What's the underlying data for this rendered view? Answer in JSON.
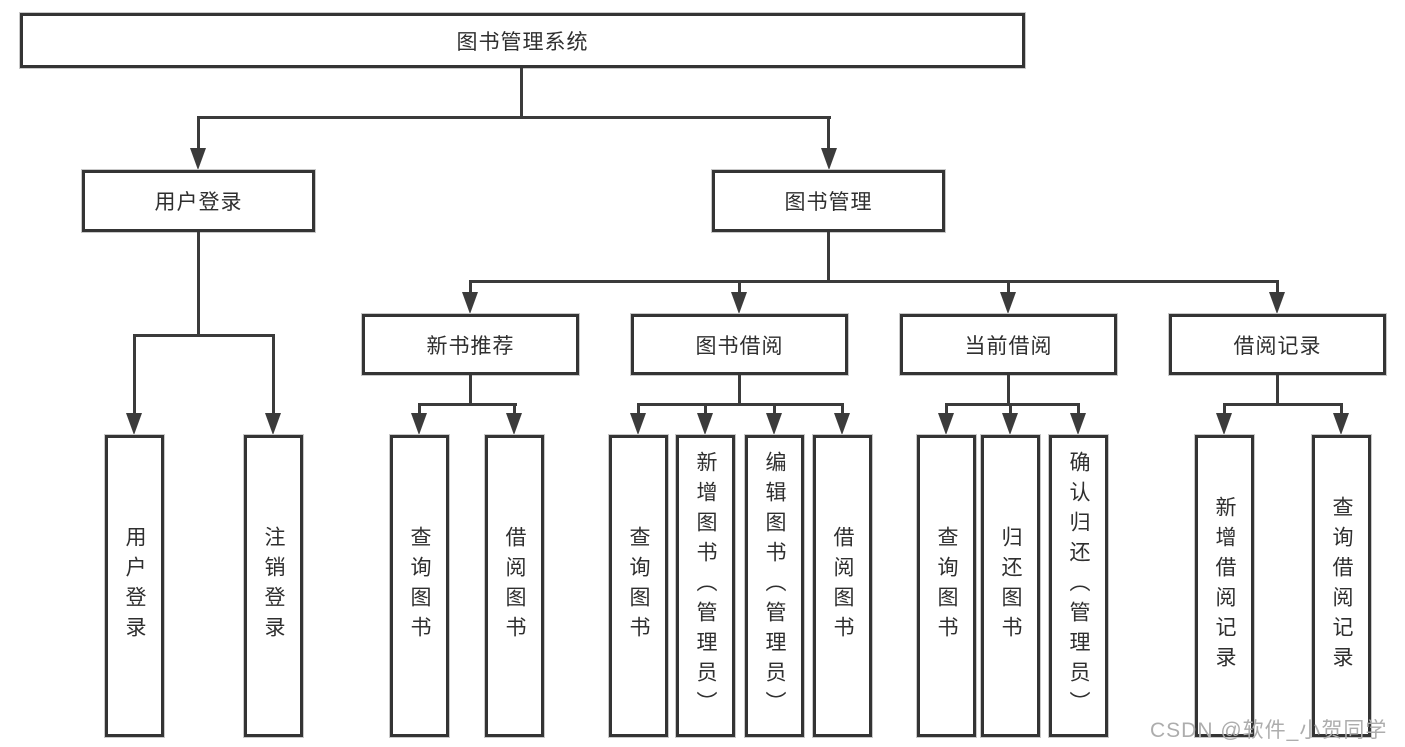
{
  "diagram_title": "图书管理系统",
  "nodes": {
    "root": {
      "label": "图书管理系统"
    },
    "user_login": {
      "label": "用户登录",
      "children": [
        {
          "label": "用户登录"
        },
        {
          "label": "注销登录"
        }
      ]
    },
    "book_mgmt": {
      "label": "图书管理",
      "children": [
        {
          "label": "新书推荐",
          "children": [
            {
              "label": "查询图书"
            },
            {
              "label": "借阅图书"
            }
          ]
        },
        {
          "label": "图书借阅",
          "children": [
            {
              "label": "查询图书"
            },
            {
              "label": "新增图书（管理员）"
            },
            {
              "label": "编辑图书（管理员）"
            },
            {
              "label": "借阅图书"
            }
          ]
        },
        {
          "label": "当前借阅",
          "children": [
            {
              "label": "查询图书"
            },
            {
              "label": "归还图书"
            },
            {
              "label": "确认归还（管理员）"
            }
          ]
        },
        {
          "label": "借阅记录",
          "children": [
            {
              "label": "新增借阅记录"
            },
            {
              "label": "查询借阅记录"
            }
          ]
        }
      ]
    }
  },
  "watermark": {
    "text": "CSDN @软件_小贺同学",
    "color": "#adadad"
  },
  "colors": {
    "background": "#ffffff",
    "box_border": "#343434",
    "line": "#3b3b3b",
    "text": "#2f2f2f"
  }
}
